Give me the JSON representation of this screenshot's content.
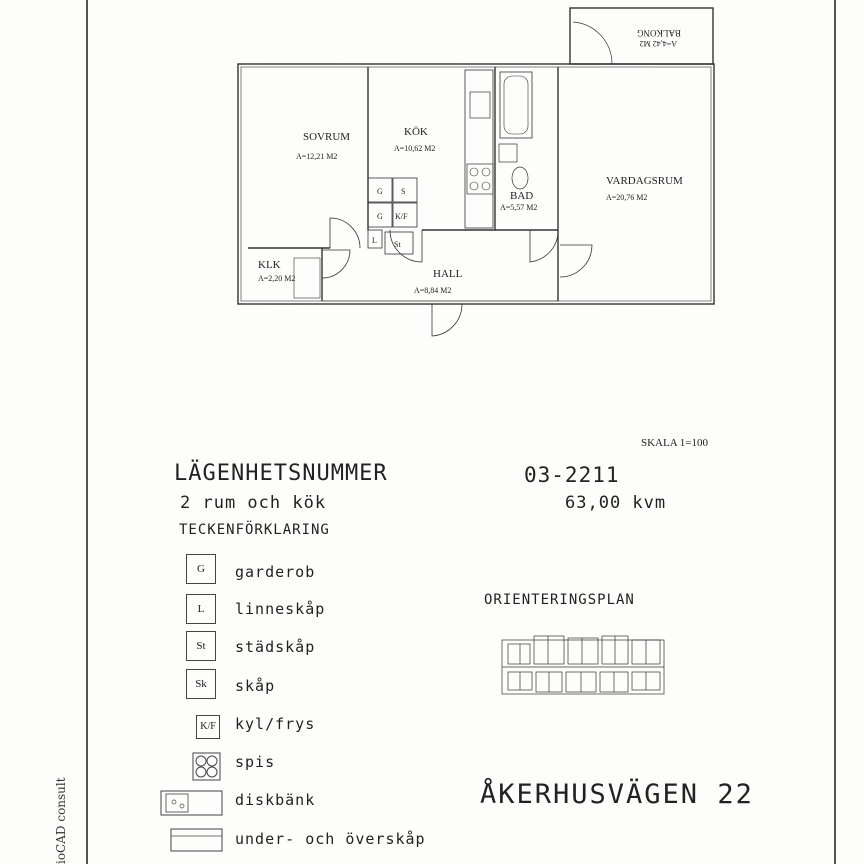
{
  "plan": {
    "rooms": {
      "sovrum": {
        "name": "SOVRUM",
        "area": "A=12,21 M2"
      },
      "kok": {
        "name": "KÖK",
        "area": "A=10,62 M2"
      },
      "bad": {
        "name": "BAD",
        "area": "A=5,57 M2"
      },
      "vardagsrum": {
        "name": "VARDAGSRUM",
        "area": "A=20,76 M2"
      },
      "klk": {
        "name": "KLK",
        "area": "A=2,20 M2"
      },
      "hall": {
        "name": "HALL",
        "area": "A=8,84 M2"
      },
      "balkong": {
        "name": "BALKONG",
        "area": "A=4,42 M2"
      }
    },
    "fixture_labels": {
      "g1": "G",
      "g2": "G",
      "s": "S",
      "kf": "K/F",
      "l": "L",
      "st": "St"
    }
  },
  "scale": "SKALA 1=100",
  "apartment": {
    "label": "LÄGENHETSNUMMER",
    "number": "03-2211",
    "rooms": "2 rum och kök",
    "area": "63,00 kvm"
  },
  "legend": {
    "title": "TECKENFÖRKLARING",
    "items": [
      {
        "symbol": "G",
        "label": "garderob"
      },
      {
        "symbol": "L",
        "label": "linneskåp"
      },
      {
        "symbol": "St",
        "label": "städskåp"
      },
      {
        "symbol": "Sk",
        "label": "skåp"
      },
      {
        "symbol": "K/F",
        "label": "kyl/frys"
      },
      {
        "symbol": "",
        "label": "spis"
      },
      {
        "symbol": "",
        "label": "diskbänk"
      },
      {
        "symbol": "",
        "label": "under- och överskåp"
      }
    ]
  },
  "orientation": {
    "title": "ORIENTERINGSPLAN"
  },
  "address": "ÅKERHUSVÄGEN 22",
  "credit": "ioCAD consult"
}
